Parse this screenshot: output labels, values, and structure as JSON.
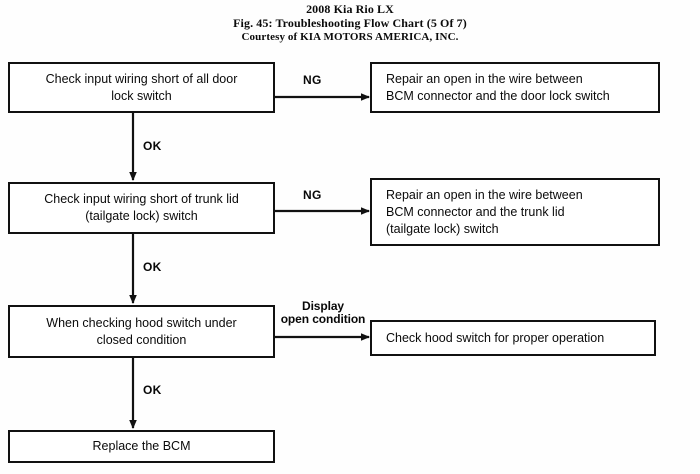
{
  "header": {
    "line1": "2008 Kia Rio LX",
    "line2": "Fig. 45: Troubleshooting Flow Chart (5 Of 7)",
    "line3": "Courtesy of KIA MOTORS AMERICA, INC."
  },
  "colors": {
    "ink": "#111111",
    "background": "#ffffff",
    "text": "#0a0a0a"
  },
  "flowchart": {
    "type": "flow-chart",
    "nodes": [
      {
        "id": "check-door-lock",
        "label": "Check input wiring short of all door\nlock switch",
        "align": "center"
      },
      {
        "id": "repair-door-lock",
        "label": "Repair an open in the wire between\nBCM connector and the door lock switch",
        "align": "left"
      },
      {
        "id": "check-trunk-lid",
        "label": "Check input wiring short of trunk lid\n(tailgate lock) switch",
        "align": "center"
      },
      {
        "id": "repair-trunk-lid",
        "label": "Repair an open in the wire between\nBCM connector and the trunk lid\n(tailgate lock) switch",
        "align": "left"
      },
      {
        "id": "check-hood-switch",
        "label": "When checking hood switch under\nclosed condition",
        "align": "center"
      },
      {
        "id": "check-hood-operation",
        "label": "Check hood switch for proper operation",
        "align": "left"
      },
      {
        "id": "replace-bcm",
        "label": "Replace the BCM",
        "align": "center"
      }
    ],
    "edges": [
      {
        "id": "edge-ng-1",
        "from": "check-door-lock",
        "to": "repair-door-lock",
        "label": "NG"
      },
      {
        "id": "edge-ok-1",
        "from": "check-door-lock",
        "to": "check-trunk-lid",
        "label": "OK"
      },
      {
        "id": "edge-ng-2",
        "from": "check-trunk-lid",
        "to": "repair-trunk-lid",
        "label": "NG"
      },
      {
        "id": "edge-ok-2",
        "from": "check-trunk-lid",
        "to": "check-hood-switch",
        "label": "OK"
      },
      {
        "id": "edge-display-3",
        "from": "check-hood-switch",
        "to": "check-hood-operation",
        "label": "Display\nopen condition"
      },
      {
        "id": "edge-ok-3",
        "from": "check-hood-switch",
        "to": "replace-bcm",
        "label": "OK"
      }
    ]
  }
}
